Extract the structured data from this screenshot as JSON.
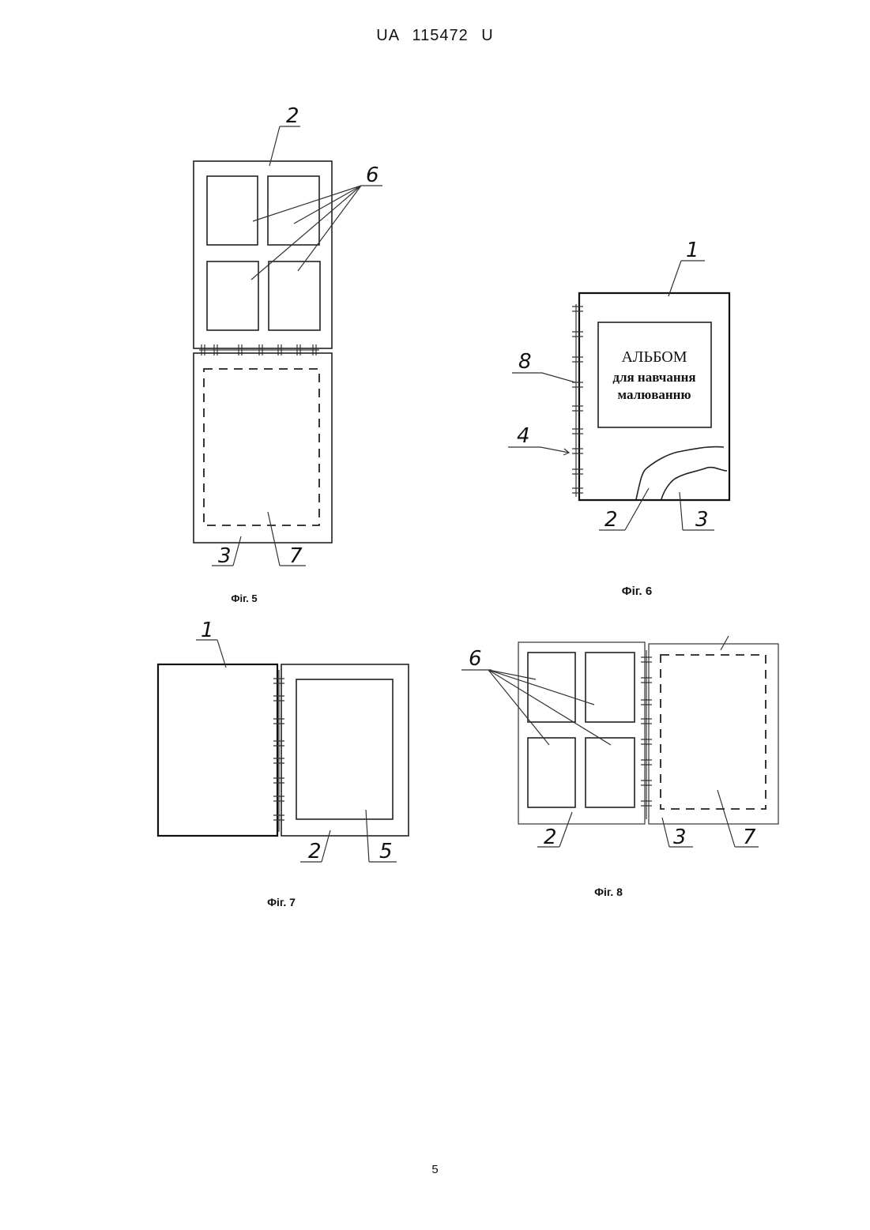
{
  "header": {
    "doc_number": "UA 115472 U"
  },
  "page_number": "5",
  "figures": [
    {
      "caption": "Фіг. 5",
      "labels": [
        "2",
        "6",
        "3",
        "7"
      ]
    },
    {
      "caption": "Фіг. 6",
      "labels": [
        "1",
        "8",
        "4",
        "2",
        "3"
      ],
      "cover_text": {
        "line1": "АЛЬБОМ",
        "line2": "для навчання",
        "line3": "малюванню"
      }
    },
    {
      "caption": "Фіг. 7",
      "labels": [
        "1",
        "2",
        "5"
      ]
    },
    {
      "caption": "Фіг. 8",
      "labels": [
        "6",
        "2",
        "3",
        "7"
      ]
    }
  ]
}
